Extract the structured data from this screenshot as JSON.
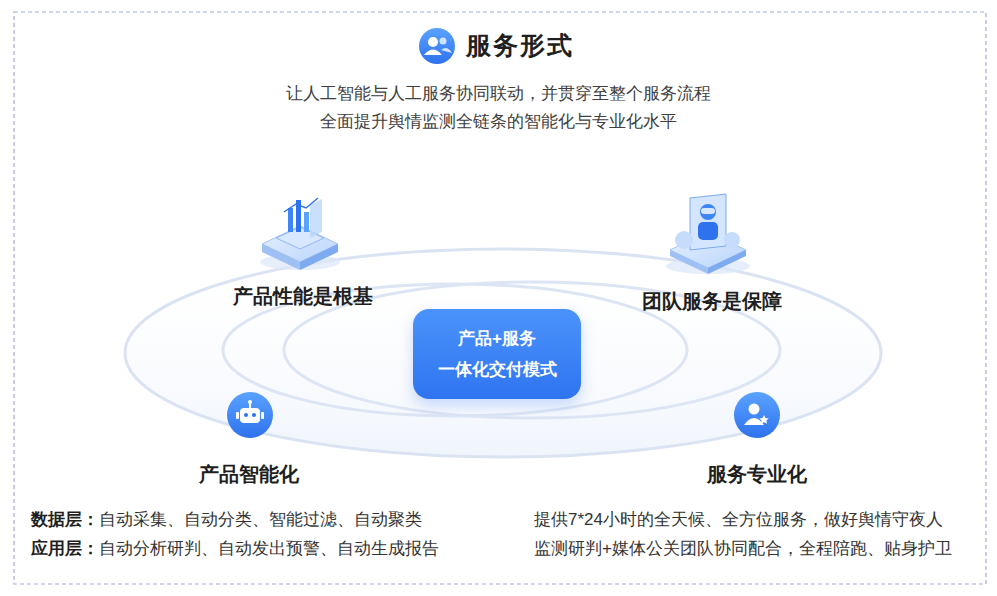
{
  "diagram": {
    "title": "服务形式",
    "nodes": [
      {
        "text": [
          "产品+服务",
          "一体化交付模式"
        ]
      }
    ],
    "labels": [
      "让人工智能与人工服务协同联动，并贯穿至整个服务流程",
      "全面提升舆情监测全链条的智能化与专业化水平",
      "产品性能是根基",
      "团队服务是保障",
      "产品智能化",
      "服务专业化",
      "数据层：",
      "自动采集、自动分类、智能过滤、自动聚类",
      "应用层：",
      "自动分析研判、自动发出预警、自动生成报告",
      "提供7*24小时的全天候、全方位服务，做好舆情守夜人",
      "监测研判+媒体公关团队协同配合，全程陪跑、贴身护卫"
    ]
  }
}
